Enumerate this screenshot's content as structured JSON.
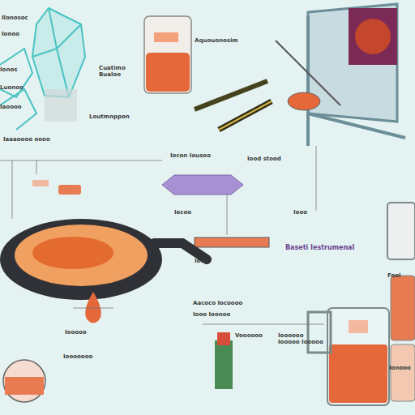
{
  "diagram": {
    "labels": [
      "Ilonosoc",
      "Ionoo",
      "Ionos",
      "Luonoo",
      "Iaoooo",
      "Iaaaoooo oooo",
      "Loutmnppon",
      "Cuatimo Bualoo",
      "Aquouonosim",
      "Iocon Iousoo",
      "Iood stood",
      "Iecoo",
      "Iooo",
      "Iooo",
      "Baseti Iestrumenal",
      "Aacoco Iocoooo",
      "Iooo Ioonoo",
      "Iooooo",
      "Iooooooo",
      "Voooooo",
      "Ioooooo Iooooo Iooooo",
      "Fool",
      "Ionooo"
    ]
  }
}
